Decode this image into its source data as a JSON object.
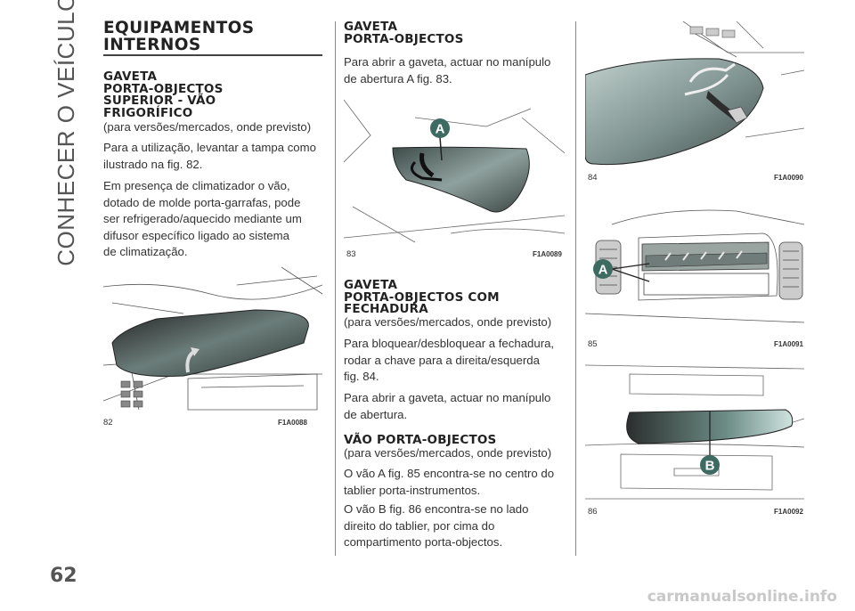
{
  "side_tab": "CONHECER O VEÍCULO",
  "page_number": "62",
  "col1": {
    "title_line1": "EQUIPAMENTOS",
    "title_line2": "INTERNOS",
    "s1_heading": [
      "GAVETA",
      "PORTA-OBJECTOS",
      "SUPERIOR - VÃO",
      "FRIGORÍFICO"
    ],
    "s1_note": "(para versões/mercados, onde previsto)",
    "s1_para1": [
      "Para a utilização, levantar a tampa como",
      "ilustrado na fig. 82."
    ],
    "s1_para2": [
      "Em presença de climatizador o vão,",
      "dotado de molde porta-garrafas, pode",
      "ser refrigerado/aquecido mediante um",
      "difusor específico ligado ao sistema",
      "de climatização."
    ],
    "fig82": {
      "num": "82",
      "code": "F1A0088"
    }
  },
  "col2": {
    "s2_heading": [
      "GAVETA",
      "PORTA-OBJECTOS"
    ],
    "s2_para": [
      "Para abrir a gaveta, actuar no manípulo",
      "de abertura A fig. 83."
    ],
    "fig83": {
      "num": "83",
      "code": "F1A0089",
      "label": "A"
    },
    "s3_heading": [
      "GAVETA",
      "PORTA-OBJECTOS COM",
      "FECHADURA"
    ],
    "s3_note": "(para versões/mercados, onde previsto)",
    "s3_para1": [
      "Para bloquear/desbloquear a fechadura,",
      "rodar a chave para a direita/esquerda",
      "fig. 84."
    ],
    "s3_para2": [
      "Para abrir a gaveta, actuar no manípulo",
      "de abertura."
    ],
    "s4_heading": [
      "VÃO PORTA-OBJECTOS"
    ],
    "s4_note": "(para versões/mercados, onde previsto)",
    "s4_para1": [
      "O vão A fig. 85 encontra-se no centro do",
      "tablier porta-instrumentos."
    ],
    "s4_para2": [
      "O vão B fig. 86 encontra-se no lado",
      "direito do tablier, por cima do",
      "compartimento porta-objectos."
    ]
  },
  "col3": {
    "fig84": {
      "num": "84",
      "code": "F1A0090"
    },
    "fig85": {
      "num": "85",
      "code": "F1A0091",
      "label": "A"
    },
    "fig86": {
      "num": "86",
      "code": "F1A0092",
      "label": "B"
    }
  },
  "watermark": "carmanualsonline.info"
}
